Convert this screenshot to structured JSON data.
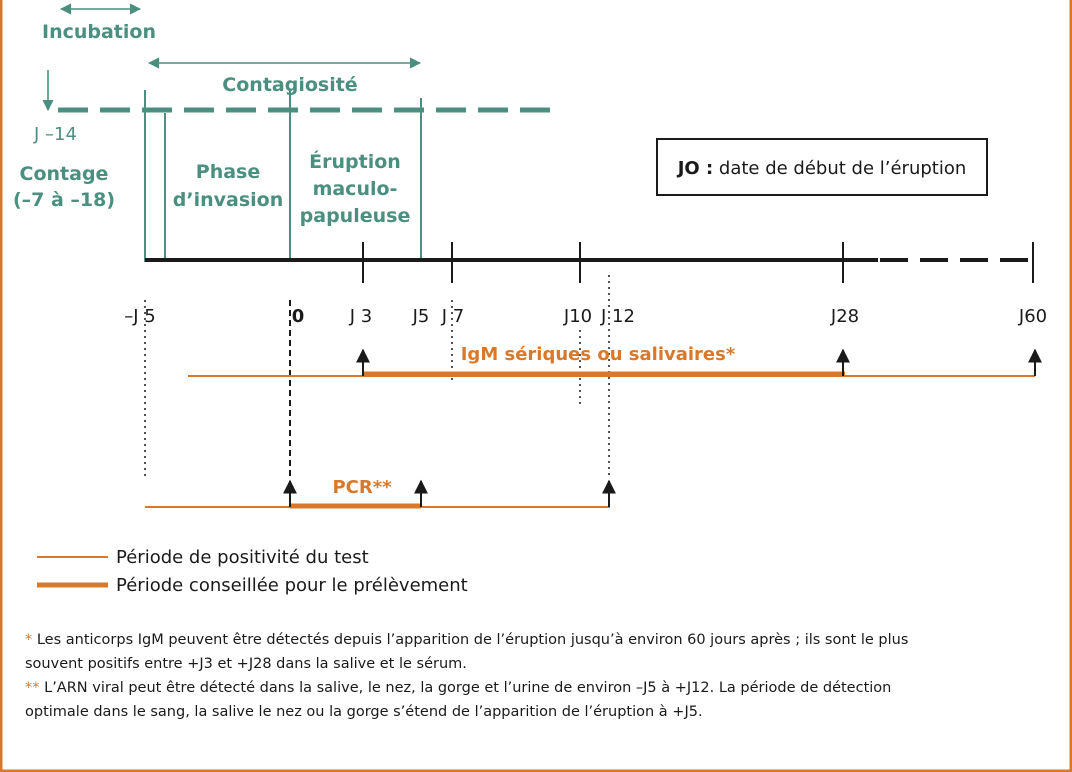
{
  "colors": {
    "teal": "#4a8f7f",
    "orange": "#d9782a",
    "dark": "#1a1a1a",
    "frame": "#d9782a"
  },
  "labels": {
    "incubation": "Incubation",
    "contagiosite": "Contagiosité",
    "j_minus_14": "J –14",
    "contage_line1": "Contage",
    "contage_line2": "(–7 à –18)",
    "phase_line1": "Phase",
    "phase_line2": "d’invasion",
    "eruption_line1": "Éruption",
    "eruption_line2": "maculo-",
    "eruption_line3": "papuleuse",
    "jo_term": "JO :",
    "jo_definition": " date de début de l’éruption",
    "igm": "IgM sériques ou salivaires*",
    "pcr": "PCR**"
  },
  "ticks": [
    {
      "label": "–J 5",
      "bold": false
    },
    {
      "label": "0",
      "bold": true
    },
    {
      "label": "J 3",
      "bold": false
    },
    {
      "label": "J5",
      "bold": false
    },
    {
      "label": "J 7",
      "bold": false
    },
    {
      "label": "J10",
      "bold": false
    },
    {
      "label": "J 12",
      "bold": false
    },
    {
      "label": "J28",
      "bold": false
    },
    {
      "label": "J60",
      "bold": false
    }
  ],
  "legend": {
    "thin": "Période de positivité du test",
    "thick": "Période conseillée pour le prélèvement"
  },
  "footnotes": {
    "note1_marker": "*",
    "note1_line1": " Les anticorps IgM peuvent être détectés depuis l’apparition de l’éruption jusqu’à environ 60 jours après ; ils sont le plus",
    "note1_line2": "souvent positifs entre +J3 et +J28 dans la salive et le sérum.",
    "note2_marker": "**",
    "note2_line1": " L’ARN viral peut être détecté dans la salive, le nez, la gorge et l’urine de environ –J5 à +J12. La période de détection",
    "note2_line2": "optimale dans le sang, la salive le nez ou la gorge s’étend de l’apparition de l’éruption à +J5."
  }
}
